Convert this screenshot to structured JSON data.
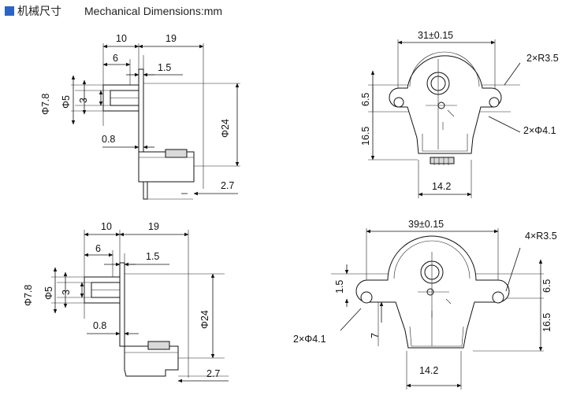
{
  "header": {
    "title_cn": "机械尺寸",
    "title_en": "Mechanical Dimensions:mm",
    "accent_color": "#2a64c8"
  },
  "top_side": {
    "d10": "10",
    "d19": "19",
    "d6": "6",
    "d1_5": "1.5",
    "phi7_8": "Φ7.8",
    "phi5": "Φ5",
    "d3": "3",
    "d0_8": "0.8",
    "phi24": "Φ24",
    "d2_7": "2.7"
  },
  "top_front": {
    "width": "31±0.15",
    "radius": "2×R3.5",
    "hole": "2×Φ4.1",
    "d6_5": "6.5",
    "d16_5": "16.5",
    "d14_2": "14.2"
  },
  "bottom_side": {
    "d10": "10",
    "d19": "19",
    "d6": "6",
    "d1_5": "1.5",
    "phi7_8": "Φ7.8",
    "phi5": "Φ5",
    "d3": "3",
    "d0_8": "0.8",
    "phi24": "Φ24",
    "d2_7": "2.7"
  },
  "bottom_front": {
    "width": "39±0.15",
    "radius": "4×R3.5",
    "hole": "2×Φ4.1",
    "d1_5": "1.5",
    "d7": "7",
    "d6_5": "6.5",
    "d16_5": "16.5",
    "d14_2": "14.2"
  }
}
